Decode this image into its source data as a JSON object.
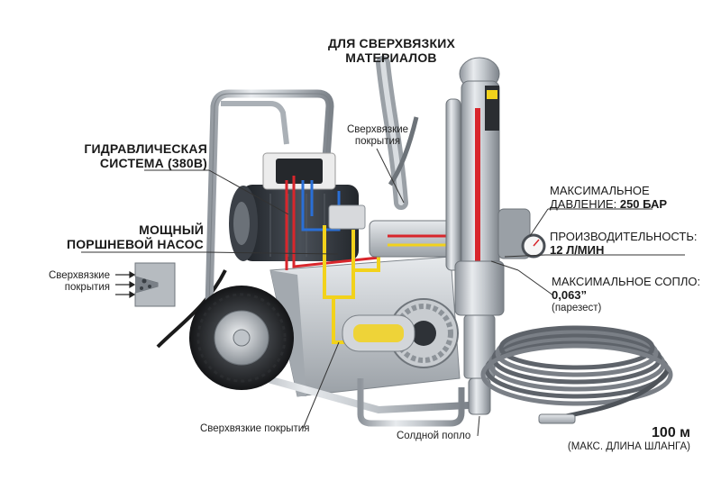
{
  "title_top": {
    "line1": "ДЛЯ СВЕРХВЯЗКИХ",
    "line2": "МАТЕРИАЛОВ"
  },
  "hydraulic": {
    "line1": "ГИДРАВЛИЧЕСКАЯ",
    "line2": "СИСТЕМА (380В)"
  },
  "pump": {
    "line1": "МОЩНЫЙ",
    "line2": "ПОРШНЕВОЙ НАСОС"
  },
  "coatings_top": {
    "line1": "Сверхвязкие",
    "line2": "покрытия"
  },
  "coatings_left": {
    "line1": "Сверхвязкие",
    "line2": "покрытия"
  },
  "coatings_bottom": "Сверхвязкие покрытия",
  "pressure": {
    "line1": "МАКСИМАЛЬНОЕ",
    "line2_prefix": "ДАВЛЕНИЕ: ",
    "line2_value": "250 БАР"
  },
  "flow": {
    "line1": "ПРОИЗВОДИТЕЛЬНОСТЬ:",
    "line2": "12 Л/МИН"
  },
  "nozzle": {
    "line1": "МАКСИМАЛЬНОЕ СОПЛО:",
    "value": "0,063”",
    "note": "(парезест)"
  },
  "foot_valve": "Солдной попло",
  "hose": {
    "length": "100 м",
    "note": "(МАКС. ДЛИНА ШЛАНГА)"
  },
  "colors": {
    "hydraulic_red": "#d8262c",
    "hydraulic_blue": "#2a6fd6",
    "material_yellow": "#f2d21b",
    "metal": "#b9bec4",
    "motor": "#2b2f35"
  }
}
